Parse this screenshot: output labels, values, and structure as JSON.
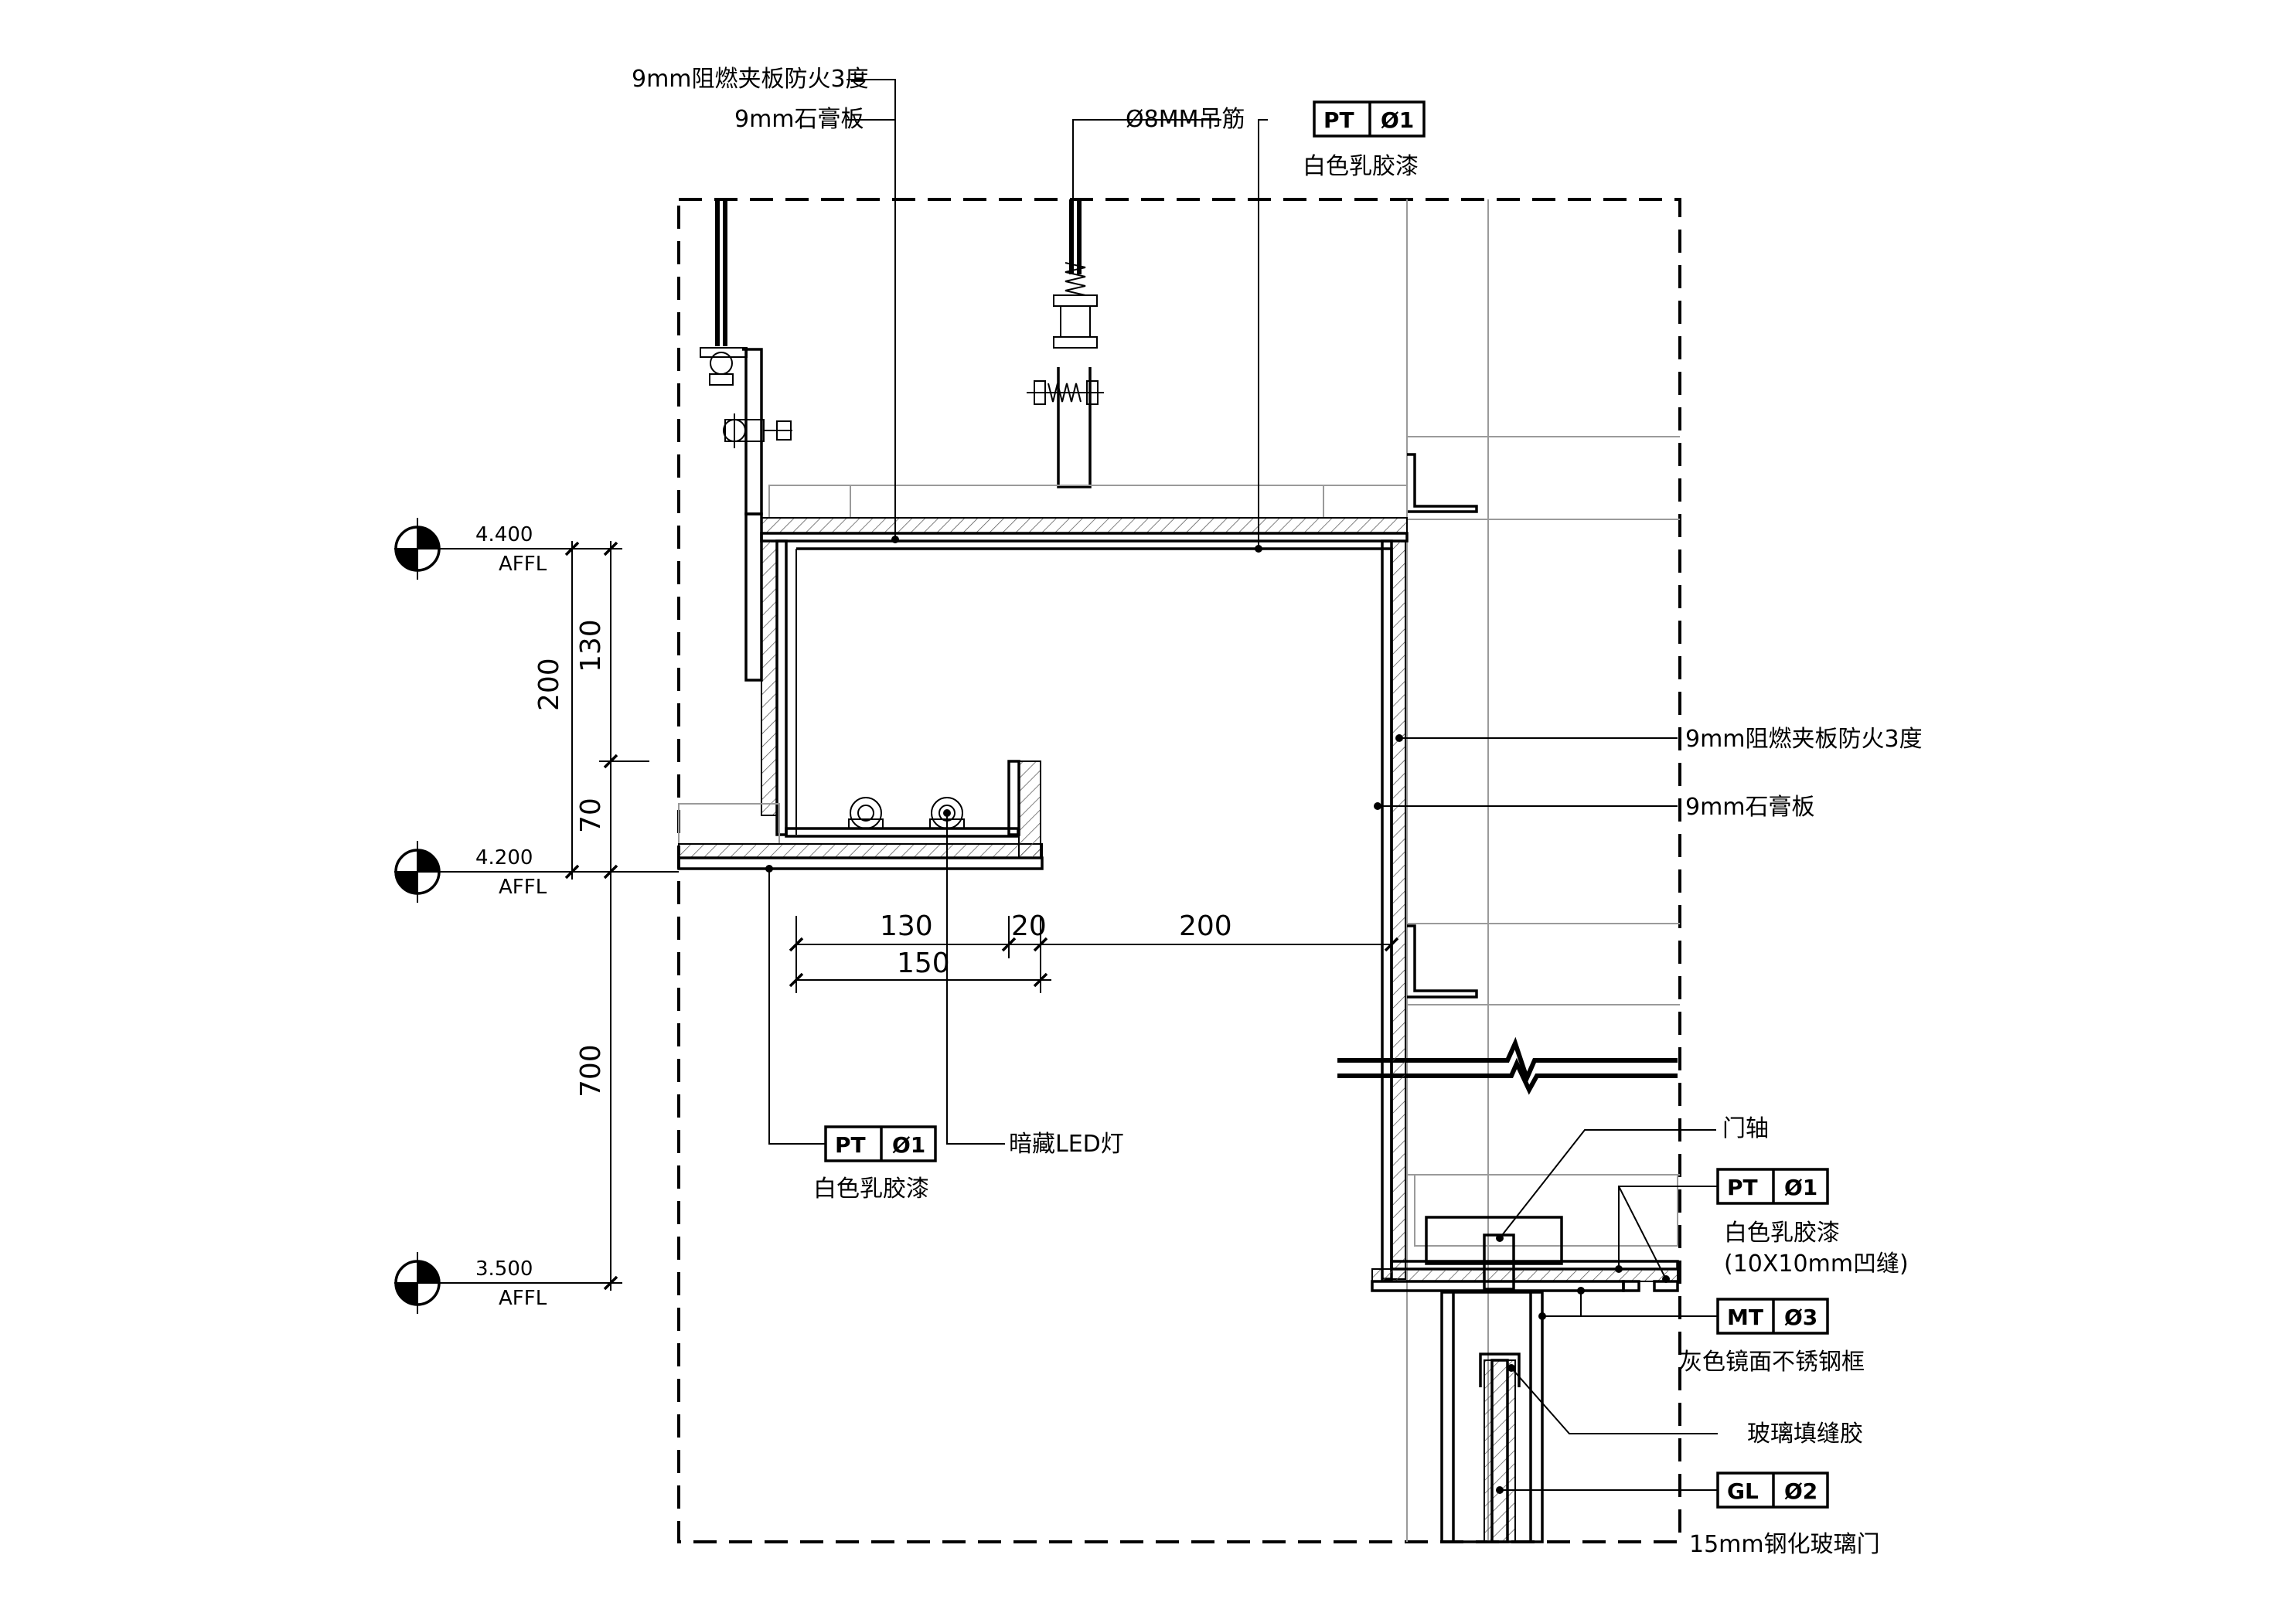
{
  "labels": {
    "top_panel_fire": "9mm阻燃夹板防火3度",
    "top_gypsum": "9mm石膏板",
    "rod": "Ø8MM吊筋",
    "top_paint_name": "白色乳胶漆",
    "right_panel_fire": "9mm阻燃夹板防火3度",
    "right_gypsum": "9mm石膏板",
    "led": "暗藏LED灯",
    "bottom_paint_name": "白色乳胶漆",
    "door_pivot": "门轴",
    "right_paint_name": "白色乳胶漆",
    "right_paint_note": "(10X10mm凹缝)",
    "steel_frame": "灰色镜面不锈钢框",
    "glass_sealant": "玻璃填缝胶",
    "glass_door": "15mm钢化玻璃门"
  },
  "tags": {
    "pt_top": {
      "code": "PT",
      "num": "Ø1"
    },
    "pt_bottom": {
      "code": "PT",
      "num": "Ø1"
    },
    "pt_right": {
      "code": "PT",
      "num": "Ø1"
    },
    "mt": {
      "code": "MT",
      "num": "Ø3"
    },
    "gl": {
      "code": "GL",
      "num": "Ø2"
    }
  },
  "levels": [
    {
      "value": "4.400",
      "unit": "AFFL"
    },
    {
      "value": "4.200",
      "unit": "AFFL"
    },
    {
      "value": "3.500",
      "unit": "AFFL"
    }
  ],
  "dimensions": {
    "v_130": "130",
    "v_70": "70",
    "v_200": "200",
    "v_700": "700",
    "h_130": "130",
    "h_20": "20",
    "h_200": "200",
    "h_150": "150"
  }
}
